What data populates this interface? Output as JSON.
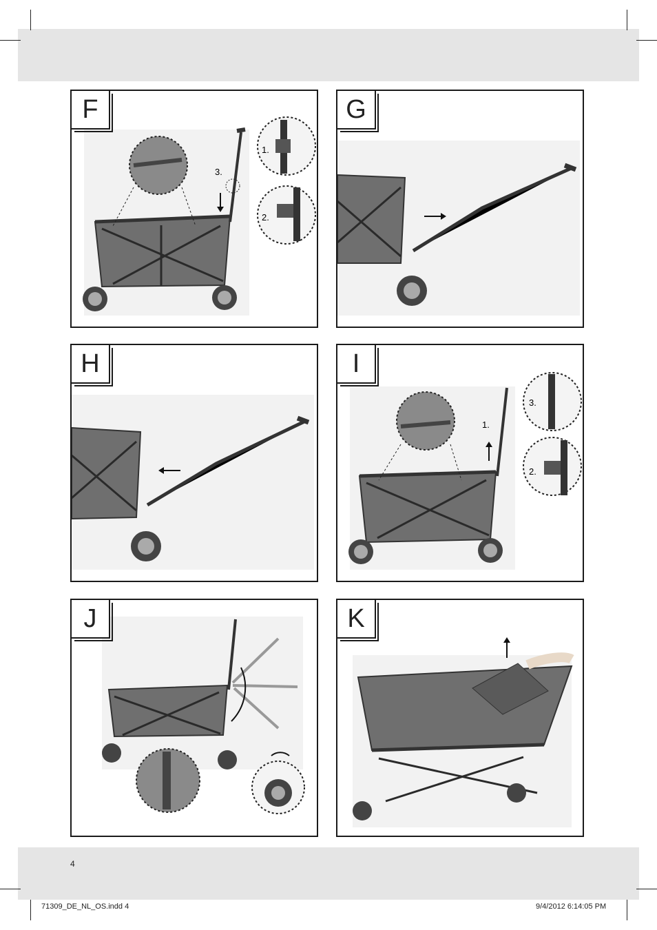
{
  "page_number": "4",
  "footer": {
    "file": "71309_DE_NL_OS.indd   4",
    "date": "9/4/2012   6:14:05 PM"
  },
  "panels": [
    {
      "id": "F",
      "label": "F",
      "steps": [
        "1.",
        "2.",
        "3."
      ]
    },
    {
      "id": "G",
      "label": "G",
      "steps": []
    },
    {
      "id": "H",
      "label": "H",
      "steps": []
    },
    {
      "id": "I",
      "label": "I",
      "steps": [
        "1.",
        "2.",
        "3."
      ]
    },
    {
      "id": "J",
      "label": "J",
      "steps": []
    },
    {
      "id": "K",
      "label": "K",
      "steps": []
    }
  ],
  "colors": {
    "band": "#e5e5e5",
    "fabric": "#6f6f6f",
    "frame": "#3a3a3a"
  }
}
